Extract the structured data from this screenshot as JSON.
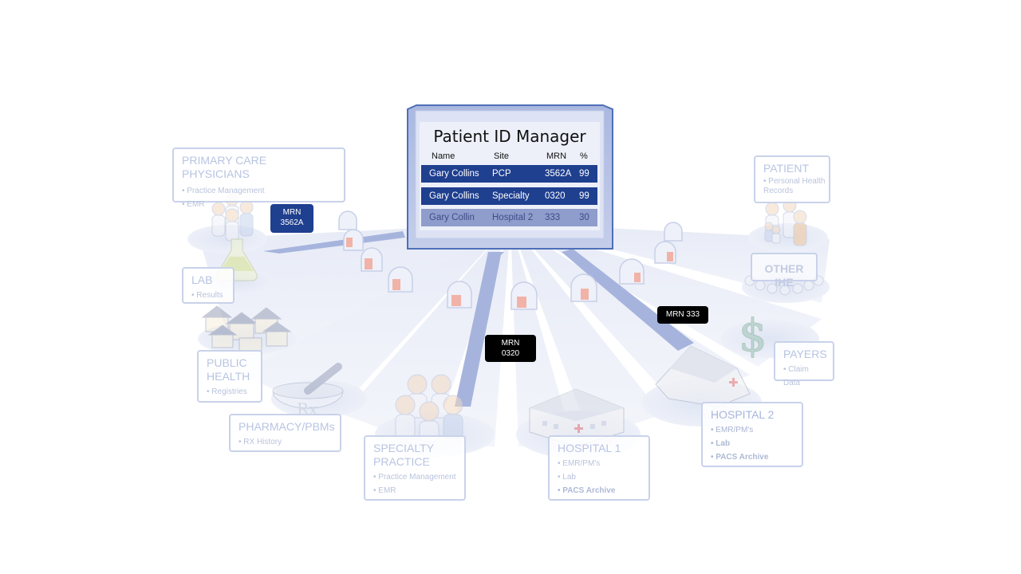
{
  "manager": {
    "title": "Patient ID Manager",
    "headers": [
      "Name",
      "Site",
      "MRN",
      "%"
    ],
    "rows": [
      {
        "name": "Gary Collins",
        "site": "PCP",
        "mrn": "3562A",
        "pct": "99"
      },
      {
        "name": "Gary Collins",
        "site": "Specialty",
        "mrn": "0320",
        "pct": "99"
      },
      {
        "name": "Gary Collin",
        "site": "Hospital 2",
        "mrn": "333",
        "pct": "30"
      }
    ]
  },
  "nodes": {
    "pcp": {
      "title": "PRIMARY CARE PHYSICIANS",
      "items": [
        "Practice Management",
        "EMR"
      ]
    },
    "lab": {
      "title": "LAB",
      "items": [
        "Results"
      ]
    },
    "public_health": {
      "title": "PUBLIC HEALTH",
      "items": [
        "Registries"
      ]
    },
    "pharmacy": {
      "title": "PHARMACY/PBMs",
      "items": [
        "RX History"
      ]
    },
    "specialty": {
      "title": "SPECIALTY PRACTICE",
      "items": [
        "Practice Management",
        "EMR"
      ]
    },
    "hospital1": {
      "title": "HOSPITAL 1",
      "items": [
        "EMR/PM's",
        "Lab",
        "PACS Archive"
      ]
    },
    "hospital2": {
      "title": "HOSPITAL 2",
      "items": [
        "EMR/PM's",
        "Lab",
        "PACS Archive"
      ]
    },
    "patient": {
      "title": "PATIENT",
      "items": [
        "Personal Health Records"
      ]
    },
    "other_ihe": {
      "title": "OTHER IHE"
    },
    "payers": {
      "title": "PAYERS",
      "items": [
        "Claim Data"
      ]
    }
  },
  "callouts": {
    "pcp": {
      "line1": "MRN",
      "line2": "3562A"
    },
    "specialty": {
      "line1": "MRN",
      "line2": "0320"
    },
    "hospital2": {
      "line1": "MRN 333"
    }
  },
  "colors": {
    "row_dark": "#1f3f8f",
    "row_light": "#8f9dcc",
    "callout_blue": "#1f3f8f",
    "callout_black": "#000000",
    "ray": "#dde3f3",
    "box_border": "#c9d2ea"
  },
  "icons": {
    "dollar": "$",
    "pharmacy_rx": "Rx"
  }
}
